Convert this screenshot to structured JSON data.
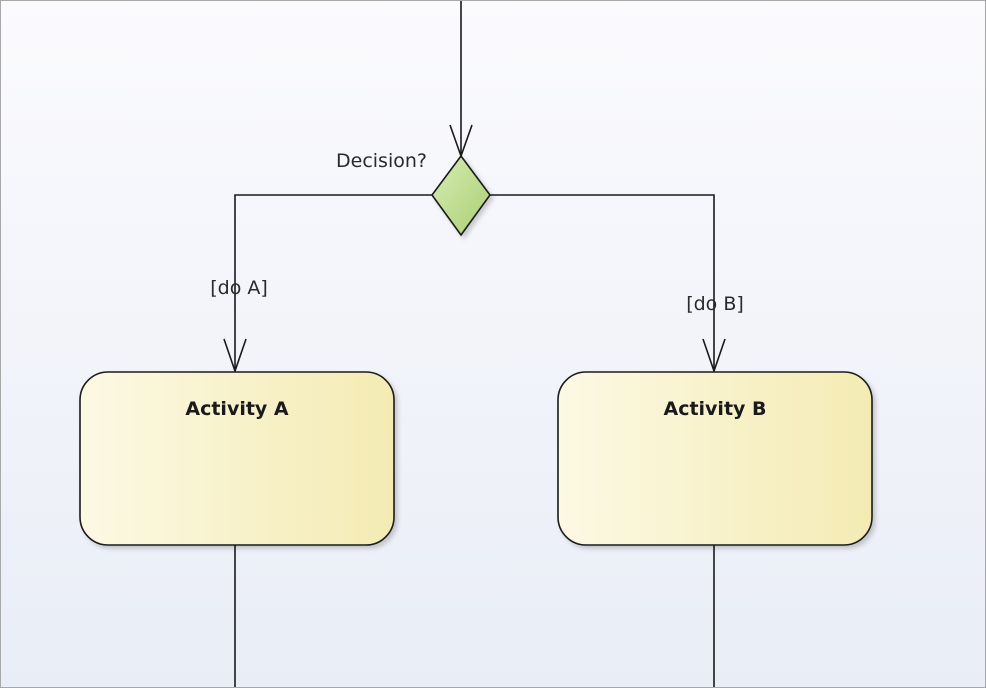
{
  "diagram": {
    "decision": {
      "label": "Decision?",
      "fill": "#bfdc8f"
    },
    "branches": [
      {
        "guard": "[do A]",
        "activity": "Activity A"
      },
      {
        "guard": "[do B]",
        "activity": "Activity B"
      }
    ],
    "colors": {
      "activity_fill_light": "#fcf9e2",
      "activity_fill_dark": "#f4ebb4",
      "stroke": "#1a1a1a"
    }
  }
}
